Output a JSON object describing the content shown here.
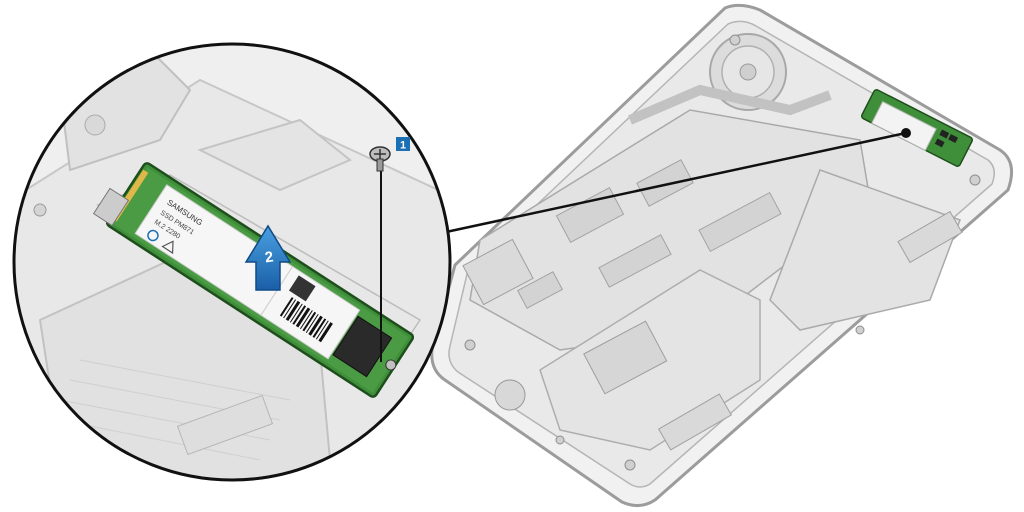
{
  "callouts": [
    {
      "number": "1",
      "refers_to": "screw"
    },
    {
      "number": "2",
      "refers_to": "lift-ssd-arrow"
    }
  ],
  "ssd_label": {
    "line1": "SAMSUNG",
    "line2": "SSD PM871",
    "line3": "M.2 2280"
  },
  "colors": {
    "callout_blue": "#1a6fb5",
    "pcb_green": "#3f8f3a",
    "chassis_gray": "#c9c9c9",
    "line_black": "#111111"
  }
}
